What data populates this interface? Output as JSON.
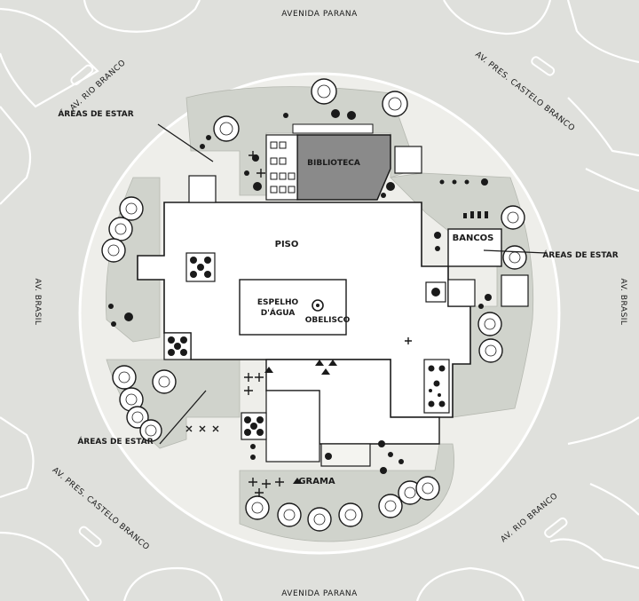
{
  "streets": {
    "top": "AVENIDA PARANA",
    "bottom": "AVENIDA PARANA",
    "upper_left": "AV. RIO BRANCO",
    "upper_right": "AV. PRES. CASTELO BRANCO",
    "lower_left": "AV. PRES. CASTELO BRANCO",
    "lower_right": "AV. RIO BRANCO",
    "left": "AV. BRASIL",
    "right": "AV. BRASIL"
  },
  "zones": {
    "areas_top_left": "ÁREAS DE ESTAR",
    "areas_right": "ÁREAS DE ESTAR",
    "areas_bottom_left": "ÁREAS DE ESTAR",
    "biblioteca": "BIBLIOTECA",
    "piso": "PISO",
    "bancos": "BANCOS",
    "espelho_line1": "ESPELHO",
    "espelho_line2": "D'ÁGUA",
    "obelisco": "OBELISCO",
    "grama": "GRAMA"
  },
  "colors": {
    "background": "#dfe0dc",
    "circle": "#eeeeea",
    "green_area": "#d0d3cc",
    "paving": "#ffffff",
    "library": "#8a8a8a",
    "ink": "#1a1a1a"
  }
}
